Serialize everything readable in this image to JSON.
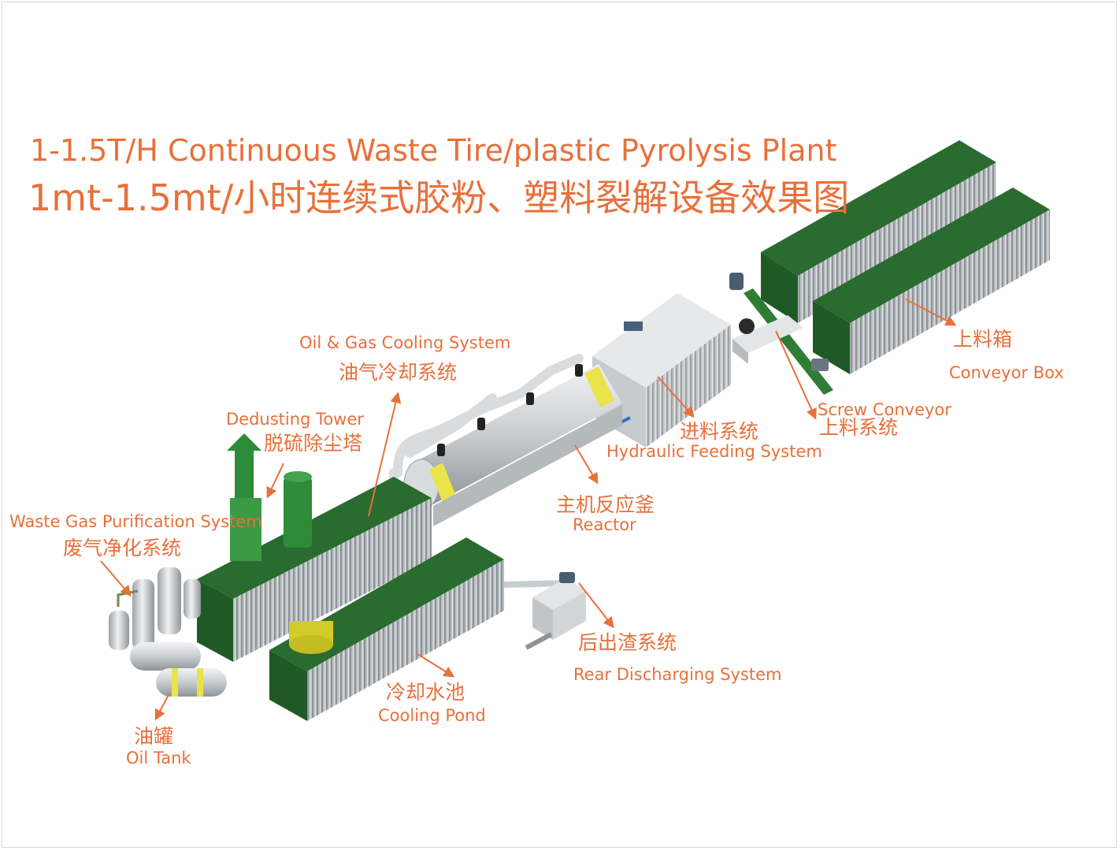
{
  "title": {
    "en": "1-1.5T/H Continuous Waste Tire/plastic Pyrolysis Plant",
    "cn": "1mt-1.5mt/小时连续式胶粉、塑料裂解设备效果图"
  },
  "labels": {
    "oil_gas_cooling": {
      "en": "Oil & Gas Cooling System",
      "cn": "油气冷却系统"
    },
    "dedusting": {
      "en": "Dedusting Tower",
      "cn": "脱硫除尘塔"
    },
    "waste_gas": {
      "en": "Waste Gas Purification System",
      "cn": "废气净化系统"
    },
    "oil_tank": {
      "en": "Oil Tank",
      "cn": "油罐"
    },
    "cooling_pond": {
      "en": "Cooling Pond",
      "cn": "冷却水池"
    },
    "reactor": {
      "en": "Reactor",
      "cn": "主机反应釜"
    },
    "feeding": {
      "en": "Hydraulic Feeding System",
      "cn": "进料系统"
    },
    "screw": {
      "en": "Screw Conveyor",
      "cn": "上料系统"
    },
    "conveyor_box": {
      "en": "Conveyor Box",
      "cn": "上料箱"
    },
    "rear_discharge": {
      "en": "Rear Discharging System",
      "cn": "后出渣系统"
    }
  },
  "colors": {
    "label": "#e8703a",
    "container_green": "#1f5a26",
    "container_grey": "#a9aeb1",
    "reactor_band": "#e8e44a",
    "machine_grey": "#cfd3d6",
    "tower_green": "#2e8b3a",
    "water_line": "#2e6fd1"
  }
}
